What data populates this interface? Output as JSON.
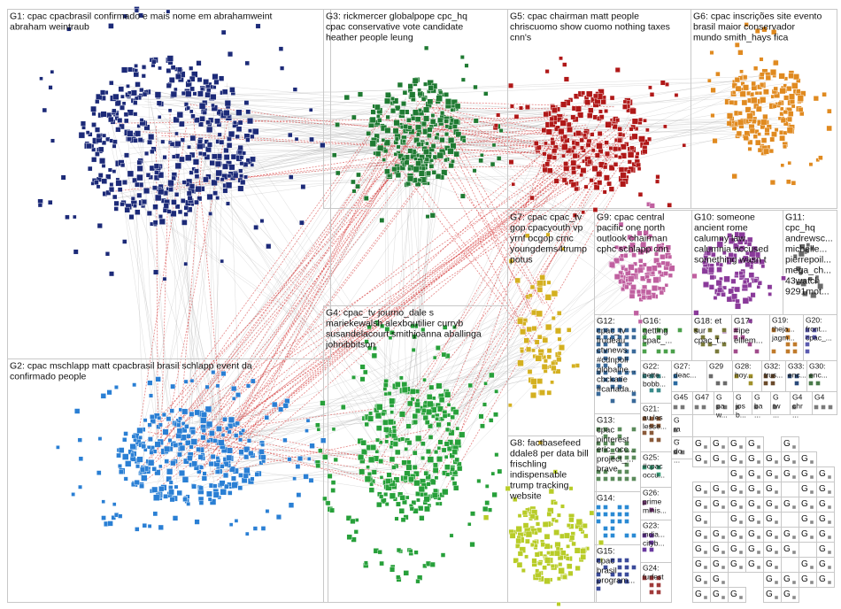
{
  "colors": {
    "grid": "#c8c8c8",
    "edge_gray": "#9a9a9a",
    "edge_red": "#d02020",
    "node_stroke": "#ffffff",
    "label": "#111111"
  },
  "groups": [
    {
      "id": "G1",
      "label_lines": [
        "G1: cpac cpacbrasil confirmado e mais nome em abrahamweint",
        "abraham weintraub"
      ],
      "color": "#1c2a78"
    },
    {
      "id": "G2",
      "label_lines": [
        "G2: cpac mschlapp matt cpacbrasil brasil schlapp event da",
        "confirmado people"
      ],
      "color": "#2a7fd4"
    },
    {
      "id": "G3",
      "label_lines": [
        "G3: rickmercer globalpope cpc_hq",
        "cpac conservative vote candidate",
        "heather people leung"
      ],
      "color": "#1f7a32"
    },
    {
      "id": "G4",
      "label_lines": [
        "G4: cpac_tv journo_dale s",
        "mariekewalsh alexboutilier curryb",
        "susandelacourt smithjoanna aballinga",
        "johnibbitson"
      ],
      "color": "#27a03a"
    },
    {
      "id": "G5",
      "label_lines": [
        "G5: cpac chairman matt people",
        "chriscuomo show cuomo nothing taxes",
        "cnn's"
      ],
      "color": "#b01818"
    },
    {
      "id": "G6",
      "label_lines": [
        "G6: cpac inscrições site evento",
        "brasil maior conservador",
        "mundo smith_hays fica"
      ],
      "color": "#e08a20"
    },
    {
      "id": "G7",
      "label_lines": [
        "G7: cpac cpac_tv",
        "gop cpacyouth vp",
        "yrnf ocgop crnc",
        "youngdems4trump",
        "potus"
      ],
      "color": "#d4b020"
    },
    {
      "id": "G8",
      "label_lines": [
        "G8: factbasefeed",
        "ddale8 per data bill",
        "frischling",
        "indispensable",
        "trump tracking",
        "website"
      ],
      "color": "#b8cc28"
    },
    {
      "id": "G9",
      "label_lines": [
        "G9: cpac central",
        "pacific one north",
        "outlook chairman",
        "cphc schlapp cnn"
      ],
      "color": "#c060a0"
    },
    {
      "id": "G10",
      "label_lines": [
        "G10: someone",
        "ancient rome",
        "calumny law",
        "calumnia accused",
        "something wasn t"
      ],
      "color": "#8a3a9a"
    },
    {
      "id": "G11",
      "label_lines": [
        "G11:",
        "cpc_hq",
        "andrewsc...",
        "michelle...",
        "pierrepoil...",
        "mega_ch...",
        "43watch",
        "9291mot..."
      ],
      "color": "#6a6a6a"
    },
    {
      "id": "G12",
      "label_lines": [
        "G12:",
        "cpac_tv",
        "trudeau",
        "ctvnews",
        "#cdnpoli",
        "globalne...",
        "cbckatie",
        "#canada..."
      ],
      "color": "#3a6a9a"
    },
    {
      "id": "G13",
      "label_lines": [
        "G13:",
        "cpac",
        "pinterest",
        "eric_occ...",
        "project_...",
        "brave"
      ],
      "color": "#5a8a5a"
    },
    {
      "id": "G14",
      "label_lines": [
        "G14:"
      ],
      "color": "#2a8ad4"
    },
    {
      "id": "G15",
      "label_lines": [
        "G15:",
        "cpac",
        "brasil",
        "program..."
      ],
      "color": "#3a4a9a"
    },
    {
      "id": "G16",
      "label_lines": [
        "G16:",
        "getting",
        "cpac_..."
      ],
      "color": "#4aa04a"
    },
    {
      "id": "G17",
      "label_lines": [
        "G17:",
        "#ipe",
        "elliem..."
      ],
      "color": "#a04a8a"
    },
    {
      "id": "G18",
      "label_lines": [
        "G18: et",
        "sur",
        "cpac_t..."
      ],
      "color": "#7a7a3a"
    },
    {
      "id": "G19",
      "label_lines": [
        "G19:",
        "theja...",
        "jagm..."
      ],
      "color": "#c07a2a"
    },
    {
      "id": "G20",
      "label_lines": [
        "G20:",
        "front...",
        "cpac_..."
      ],
      "color": "#5a5ab0"
    },
    {
      "id": "G21",
      "label_lines": [
        "G21:",
        "au les",
        "lesse..."
      ],
      "color": "#8a5a3a"
    },
    {
      "id": "G22",
      "label_lines": [
        "G22:",
        "bette...",
        "bobb..."
      ],
      "color": "#3a8a8a"
    },
    {
      "id": "G23",
      "label_lines": [
        "G23:",
        "india...",
        "cityb..."
      ],
      "color": "#6a3aa0"
    },
    {
      "id": "G24",
      "label_lines": [
        "G24:",
        "furfest"
      ],
      "color": "#a03a3a"
    },
    {
      "id": "G25",
      "label_lines": [
        "G25:",
        "#cpac",
        "occu..."
      ],
      "color": "#3aa07a"
    },
    {
      "id": "G26",
      "label_lines": [
        "G26:",
        "prime",
        "minis..."
      ],
      "color": "#7a3a7a"
    },
    {
      "id": "G27",
      "label_lines": [
        "G27:",
        "deac..."
      ],
      "color": "#2a6aa0"
    },
    {
      "id": "G28",
      "label_lines": [
        "G28:",
        "hoy..."
      ],
      "color": "#a0902a"
    },
    {
      "id": "G29",
      "label_lines": [
        "G29"
      ],
      "color": "#6a6a6a"
    },
    {
      "id": "G30",
      "label_lines": [
        "G30:",
        "enc..."
      ],
      "color": "#4a7a4a"
    },
    {
      "id": "G32",
      "label_lines": [
        "G32:",
        "trus..."
      ],
      "color": "#6a4a2a"
    },
    {
      "id": "G33",
      "label_lines": [
        "G33:",
        "enc..."
      ],
      "color": "#2a4a7a"
    },
    {
      "id": "G45",
      "label_lines": [
        "G45"
      ],
      "color": "#777777"
    },
    {
      "id": "G47",
      "label_lines": [
        "G47"
      ],
      "color": "#777777"
    }
  ],
  "small_groups": [
    {
      "label_lines": [
        "G",
        "pa",
        "w..."
      ]
    },
    {
      "label_lines": [
        "G",
        "jos",
        "b..."
      ]
    },
    {
      "label_lines": [
        "G",
        "ba",
        "..."
      ]
    },
    {
      "label_lines": [
        "G",
        "tw",
        "..."
      ]
    },
    {
      "label_lines": [
        "G4",
        "chr",
        "..."
      ]
    },
    {
      "label_lines": [
        "G",
        "ra",
        "..."
      ]
    },
    {
      "label_lines": [
        "G",
        "do",
        "..."
      ]
    },
    {
      "label_lines": [
        "G4"
      ]
    }
  ]
}
